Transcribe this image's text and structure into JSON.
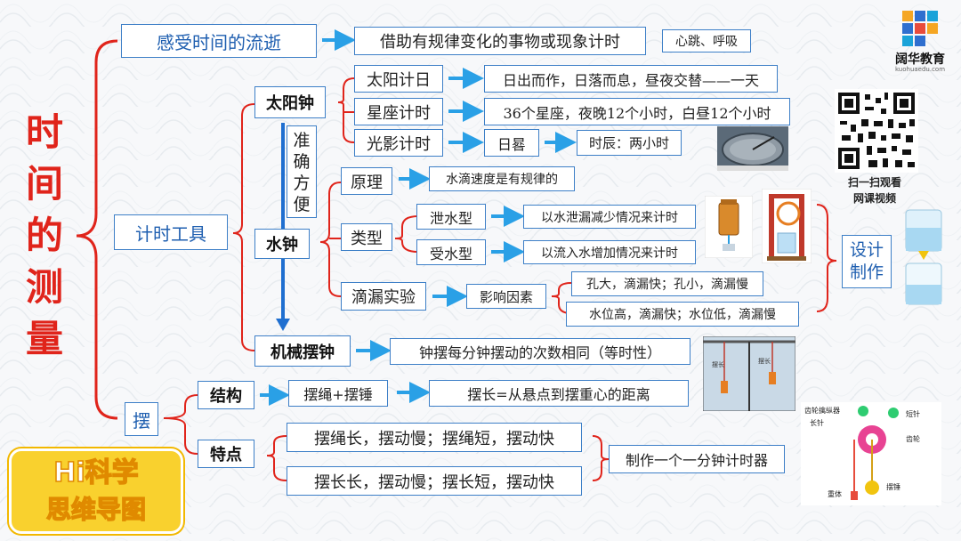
{
  "title_chars": [
    "时",
    "间",
    "的",
    "测",
    "量"
  ],
  "branch1": {
    "label": "感受时间的流逝",
    "desc": "借助有规律变化的事物或现象计时",
    "example": "心跳、呼吸"
  },
  "branch2": {
    "label": "计时工具",
    "sun": {
      "label": "太阳钟",
      "items": [
        {
          "label": "太阳计日",
          "desc": "日出而作，日落而息，昼夜交替——一天"
        },
        {
          "label": "星座计时",
          "desc": "36个星座，夜晚12个小时，白昼12个小时"
        },
        {
          "label": "光影计时",
          "desc": "日晷",
          "extra": "时辰：两小时"
        }
      ]
    },
    "accuracy_chars": [
      "准",
      "确",
      "方",
      "便"
    ],
    "water": {
      "label": "水钟",
      "principle": {
        "label": "原理",
        "desc": "水滴速度是有规律的"
      },
      "type": {
        "label": "类型",
        "items": [
          {
            "label": "泄水型",
            "desc": "以水泄漏减少情况来计时"
          },
          {
            "label": "受水型",
            "desc": "以流入水增加情况来计时"
          }
        ]
      },
      "experiment": {
        "label": "滴漏实验",
        "factor": "影响因素",
        "results": [
          "孔大，滴漏快；孔小，滴漏慢",
          "水位高，滴漏快；水位低，滴漏慢"
        ]
      },
      "design_chars": [
        "设计",
        "制作"
      ]
    },
    "pendulum_clock": {
      "label": "机械摆钟",
      "desc": "钟摆每分钟摆动的次数相同（等时性）"
    }
  },
  "branch3": {
    "label": "摆",
    "structure": {
      "label": "结构",
      "parts": "摆绳+摆锤",
      "length_def": "摆长=从悬点到摆重心的距离"
    },
    "features": {
      "label": "特点",
      "items": [
        "摆绳长，摆动慢；摆绳短，摆动快",
        "摆长长，摆动慢；摆长短，摆动快"
      ],
      "task": "制作一个一分钟计时器"
    }
  },
  "badge": {
    "line1": "Hi科学",
    "line2": "思维导图"
  },
  "brand": {
    "name": "阔华教育",
    "url": "kuohuaedu.com"
  },
  "qr_caption": [
    "扫一扫观看",
    "网课视频"
  ],
  "gear_labels": {
    "escapement": "齿轮擒纵器",
    "long_hand": "长针",
    "short_hand": "短针",
    "gear": "齿轮",
    "weight": "重体",
    "bob": "摆锤"
  },
  "pendulum_pic_label": "摆长",
  "colors": {
    "title": "#e0241b",
    "brace": "#e0241b",
    "arrow": "#2aa0e6",
    "border": "#3d7fc7",
    "badge": "#f9d12e"
  }
}
